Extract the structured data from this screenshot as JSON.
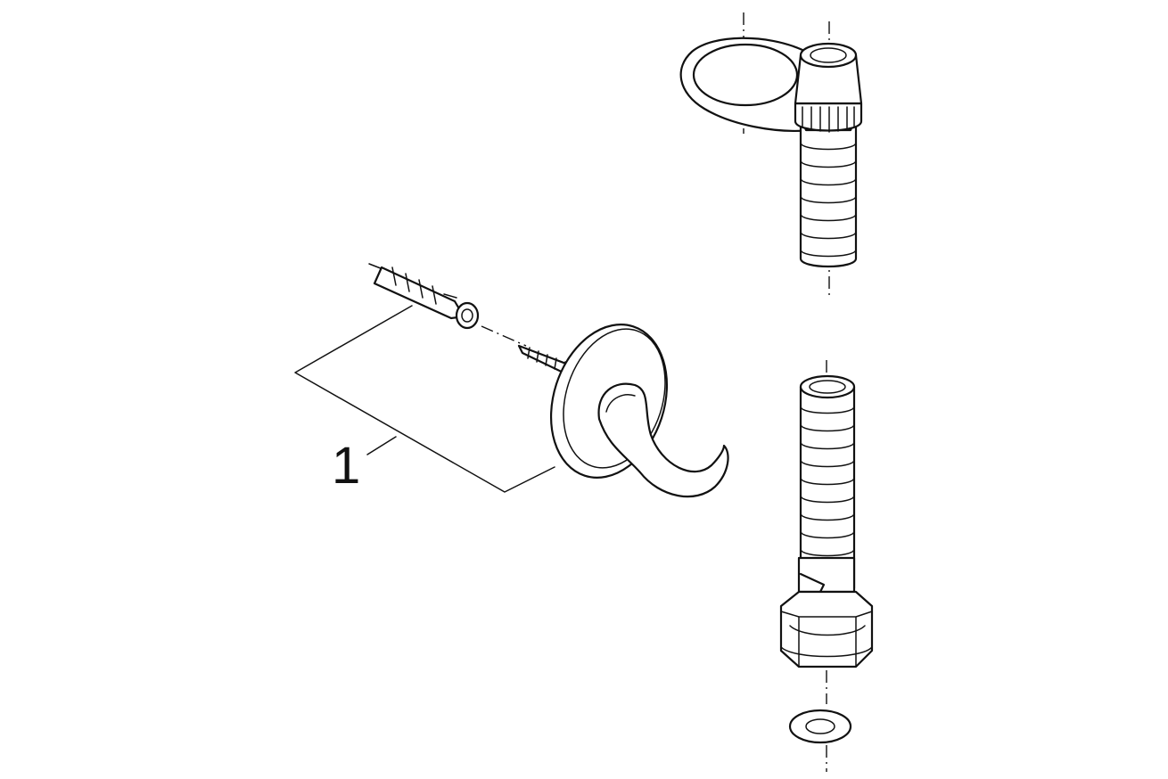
{
  "diagram": {
    "callouts": [
      {
        "number": "1",
        "refers_to": [
          "wall-plug",
          "screw",
          "wall-hook"
        ]
      }
    ],
    "parts": [
      "wall-plug",
      "screw",
      "wall-hook",
      "ring-clamp-fitting",
      "threaded-connector",
      "hex-nut",
      "washer"
    ],
    "line_color": "#111111",
    "background": "#ffffff"
  }
}
